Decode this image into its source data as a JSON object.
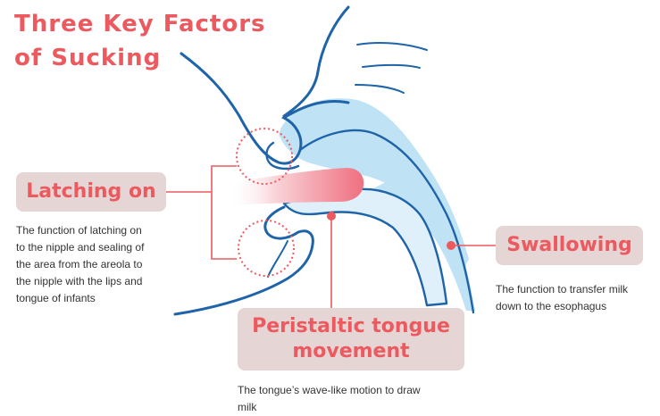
{
  "title": {
    "line1": "Three Key Factors",
    "line2": "of Sucking"
  },
  "labels": {
    "latching": {
      "heading": "Latching on",
      "description": [
        "The function of latching on",
        "to the nipple and sealing of",
        "the area from the areola to",
        "the nipple with the lips and",
        "tongue of infants"
      ]
    },
    "swallowing": {
      "heading": "Swallowing",
      "description": [
        "The function to transfer milk",
        "down to the esophagus"
      ]
    },
    "peristaltic": {
      "heading": [
        "Peristaltic tongue",
        "movement"
      ],
      "description": [
        "The tongue’s wave-like motion to draw",
        "milk"
      ]
    }
  },
  "colors": {
    "accent": "#ec5a5f",
    "outline": "#1f64a8",
    "fill": "#bfe2f5",
    "pill": "#e5d5d4",
    "text": "#333333"
  }
}
